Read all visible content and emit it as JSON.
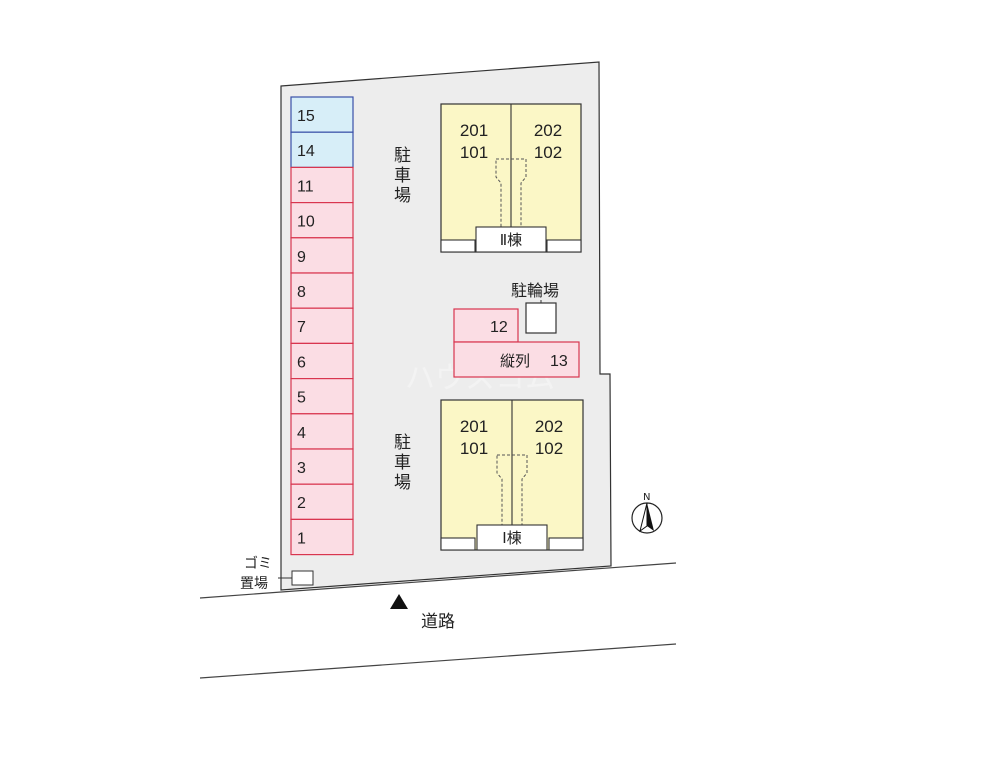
{
  "colors": {
    "lot": "#ededed",
    "lot_outline": "#333333",
    "parking_pink_fill": "#fbdde4",
    "parking_pink_stroke": "#d9354f",
    "parking_blue_fill": "#d7eef8",
    "parking_blue_stroke": "#3a50a8",
    "building_fill": "#fbf7c6",
    "building_stroke": "#333333"
  },
  "parking": {
    "blue": [
      "15",
      "14"
    ],
    "pink": [
      "11",
      "10",
      "9",
      "8",
      "7",
      "6",
      "5",
      "4",
      "3",
      "2",
      "1"
    ],
    "label_top": "駐車場",
    "label_bottom": "駐車場",
    "extra": {
      "space_12": "12",
      "tandem_label": "縦列",
      "space_13": "13"
    }
  },
  "buildings": {
    "top": {
      "left_units": [
        "201",
        "101"
      ],
      "right_units": [
        "202",
        "102"
      ],
      "name": "Ⅱ棟"
    },
    "bottom": {
      "left_units": [
        "201",
        "101"
      ],
      "right_units": [
        "202",
        "102"
      ],
      "name": "Ⅰ棟"
    }
  },
  "bicycle": {
    "label": "駐輪場"
  },
  "garbage": {
    "label_line1": "ゴミ",
    "label_line2": "置場"
  },
  "road": {
    "label": "道路",
    "arrow_icon": "triangle-up-icon"
  },
  "compass": {
    "label": "N",
    "icon": "north-arrow-icon"
  },
  "watermark": "ハウスコム"
}
